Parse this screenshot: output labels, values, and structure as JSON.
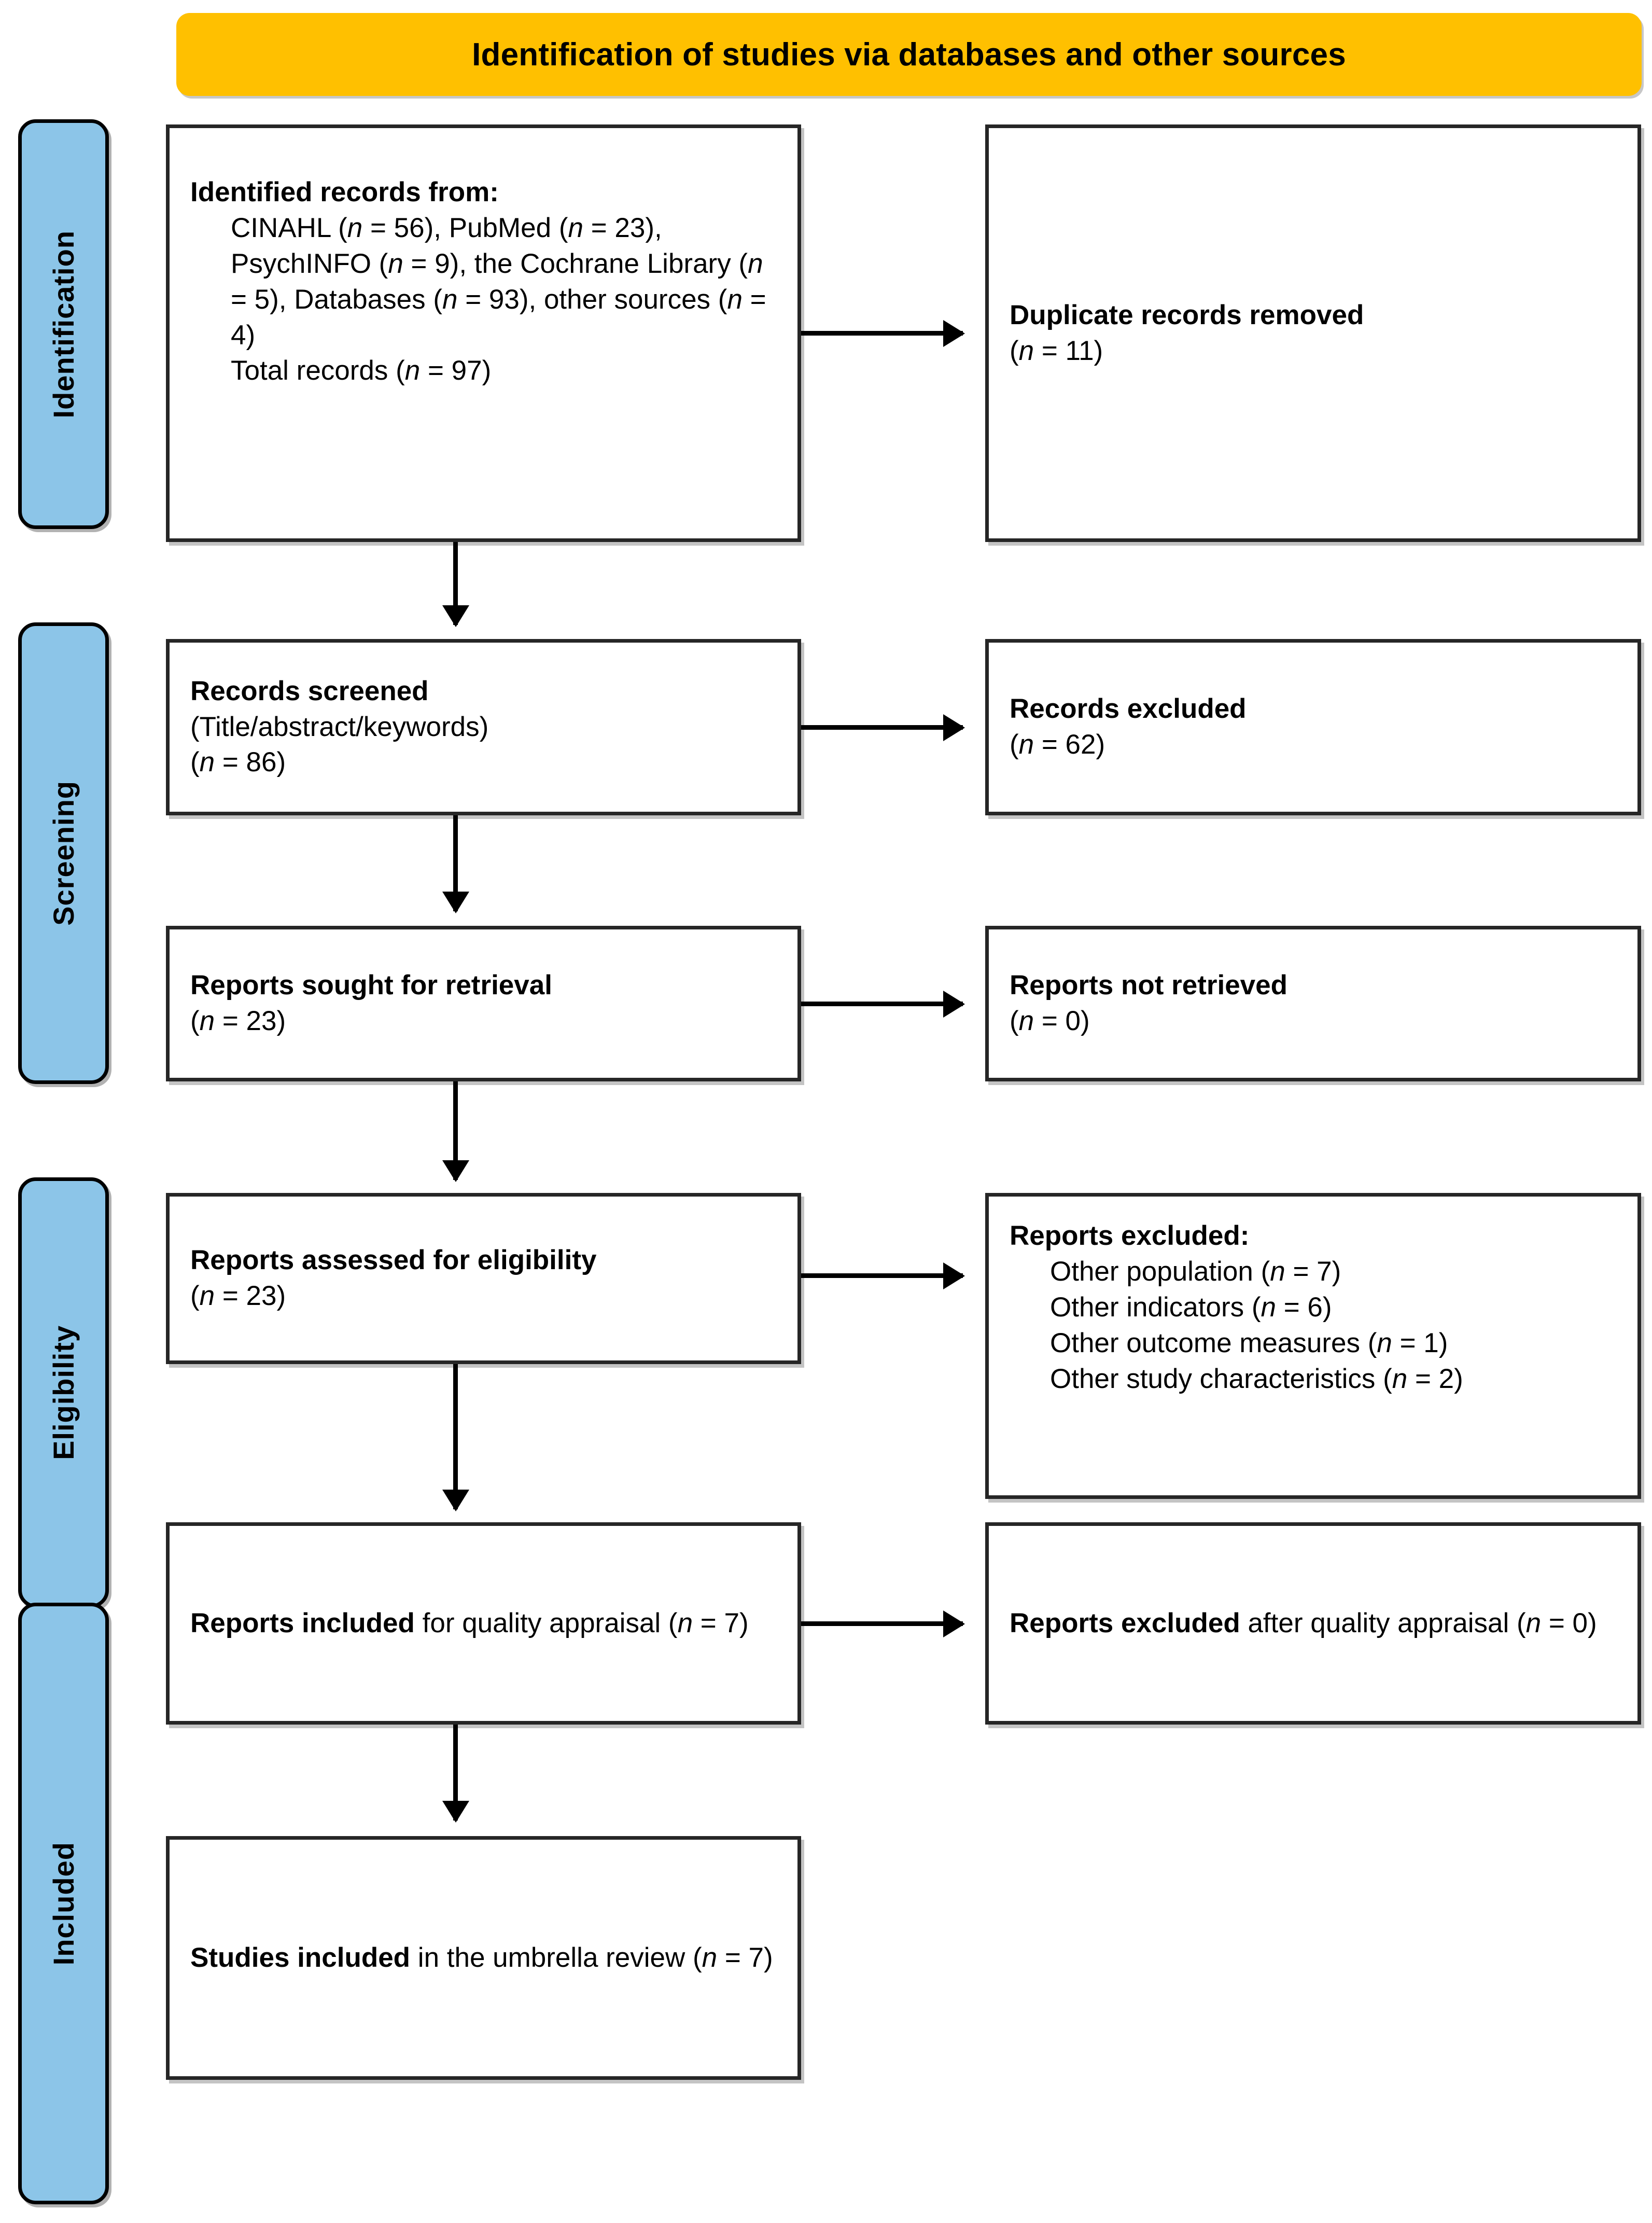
{
  "diagram": {
    "type": "prisma-flow-diagram",
    "banner": {
      "title": "Identification of studies via databases and other sources"
    },
    "stages": [
      {
        "id": "identification",
        "label": "Identification"
      },
      {
        "id": "screening",
        "label": "Screening"
      },
      {
        "id": "eligibility",
        "label": "Eligibility"
      },
      {
        "id": "included",
        "label": "Included"
      }
    ],
    "nodes": {
      "identified_records": {
        "heading": "Identified records from:",
        "lines": [
          "CINAHL (n = 56), PubMed (n = 23), PsychINFO (n = 9), the Cochrane Library (n = 5), Databases (n = 93), other sources (n = 4)",
          "Total records (n = 97)"
        ]
      },
      "duplicates_removed": {
        "heading": "Duplicate records removed",
        "count": "(n = 11)"
      },
      "records_screened": {
        "heading": "Records screened",
        "subtitle": "(Title/abstract/keywords)",
        "count": "(n = 86)"
      },
      "records_excluded": {
        "heading": "Records excluded",
        "count": "(n = 62)"
      },
      "reports_sought": {
        "heading": "Reports sought for retrieval",
        "count": "(n = 23)"
      },
      "reports_not_retrieved": {
        "heading": "Reports not retrieved",
        "count": "(n = 0)"
      },
      "reports_assessed": {
        "heading": "Reports assessed for eligibility",
        "count": "(n = 23)"
      },
      "reports_excluded": {
        "heading": "Reports excluded:",
        "reasons": [
          "Other population (n = 7)",
          "Other indicators (n = 6)",
          "Other outcome measures (n = 1)",
          "Other study characteristics (n = 2)"
        ]
      },
      "reports_included_quality": {
        "heading": "Reports included",
        "tail": " for quality appraisal (n = 7)"
      },
      "reports_excluded_quality": {
        "heading": "Reports excluded",
        "tail": " after quality appraisal (n = 0)"
      },
      "studies_included": {
        "heading": "Studies included",
        "tail": " in the umbrella review (n = 7)"
      }
    },
    "colors": {
      "banner": "#FFC000",
      "stage_tab": "#8CC5E8",
      "box_border": "#262626",
      "connector": "#000000",
      "background": "#FFFFFF"
    }
  }
}
